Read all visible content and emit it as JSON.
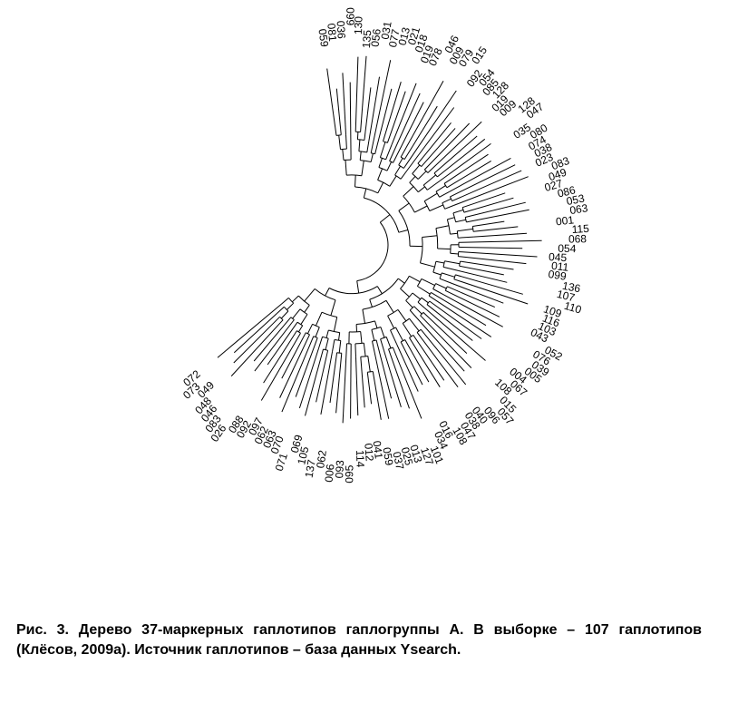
{
  "figure": {
    "caption": "Рис. 3. Дерево 37-маркерных гаплотипов гаплогруппы А. В выборке – 107 гаплотипов (Клёсов, 2009а). Источник гаплотипов – база данных Ysearch.",
    "colors": {
      "ink": "#000000",
      "background": "#ffffff"
    }
  },
  "tree": {
    "tips": [
      "059",
      "081",
      "036",
      "099",
      "130",
      "135",
      "056",
      "031",
      "077",
      "013",
      "021",
      "018",
      "019",
      "078",
      "046",
      "009",
      "079",
      "015",
      "092",
      "054",
      "085",
      "128",
      "019",
      "009",
      "128",
      "047",
      "035",
      "080",
      "074",
      "038",
      "023",
      "083",
      "049",
      "027",
      "086",
      "053",
      "063",
      "001",
      "115",
      "068",
      "054",
      "045",
      "011",
      "099",
      "136",
      "107",
      "110",
      "109",
      "116",
      "103",
      "043",
      "052",
      "076",
      "039",
      "005",
      "004",
      "067",
      "108",
      "015",
      "057",
      "096",
      "040",
      "038",
      "047",
      "108",
      "016",
      "034",
      "101",
      "127",
      "013",
      "025",
      "037",
      "059",
      "041",
      "012",
      "114",
      "095",
      "093",
      "006",
      "062",
      "137",
      "105",
      "069",
      "071",
      "070",
      "063",
      "062",
      "097",
      "092",
      "088",
      "026",
      "083",
      "046",
      "048",
      "049",
      "073",
      "072"
    ]
  }
}
